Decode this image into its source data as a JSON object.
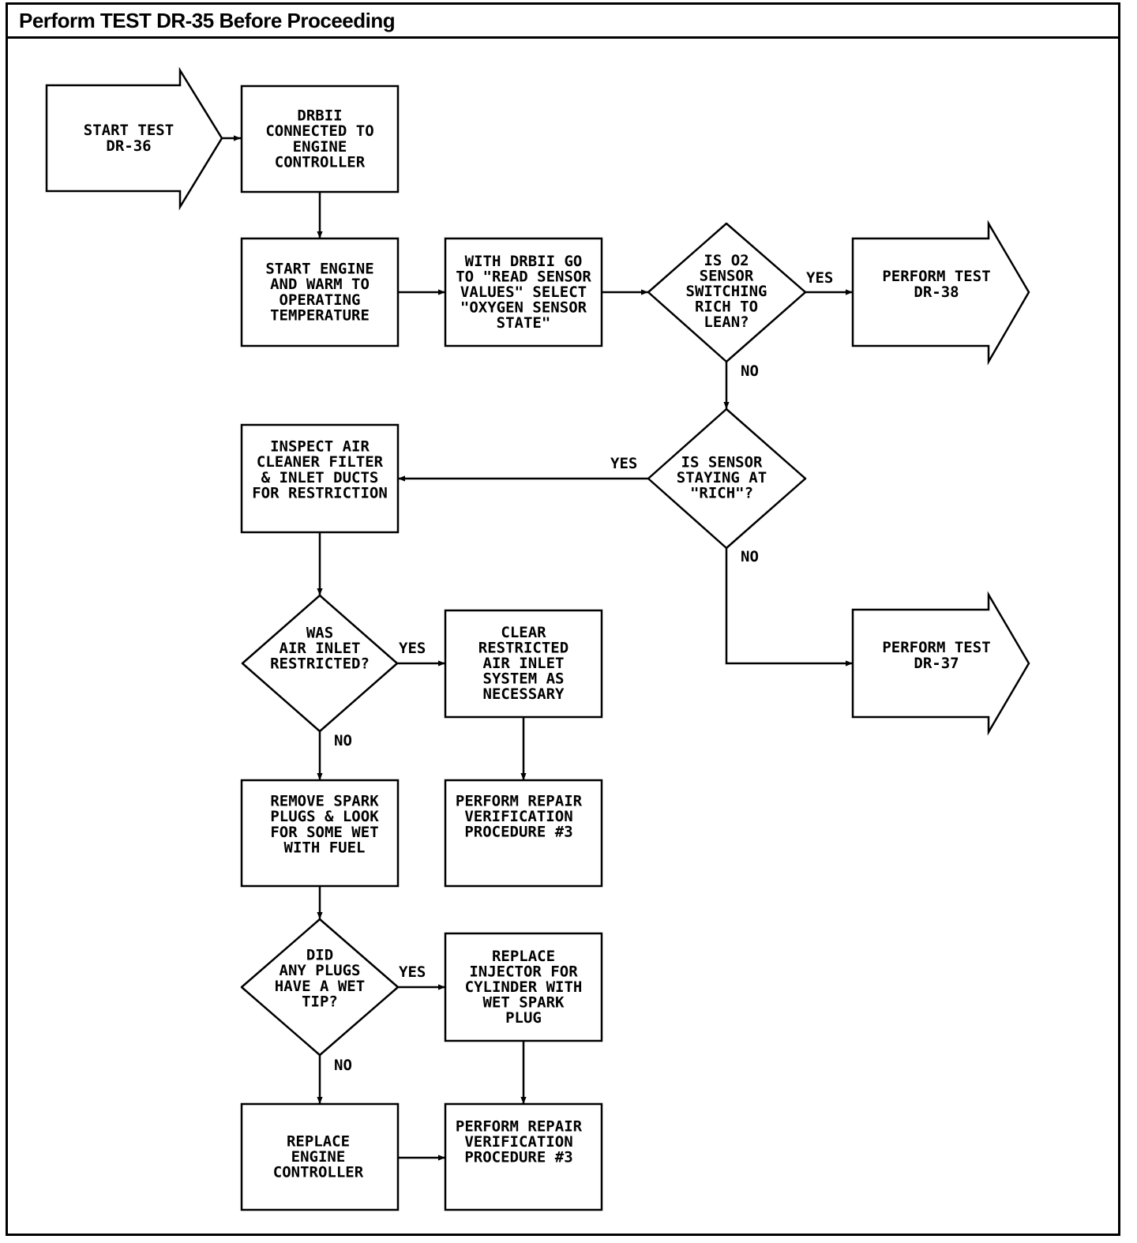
{
  "header": {
    "title": "Perform TEST DR-35 Before Proceeding"
  },
  "nodes": {
    "start": [
      "START TEST",
      "DR-36"
    ],
    "drbii_connected": [
      "DRBII",
      "CONNECTED TO",
      "ENGINE",
      "CONTROLLER"
    ],
    "start_engine": [
      "START ENGINE",
      "AND WARM TO",
      "OPERATING",
      "TEMPERATURE"
    ],
    "read_sensor": [
      "WITH DRBII GO",
      "TO \"READ SENSOR",
      "VALUES\" SELECT",
      "\"OXYGEN SENSOR",
      "STATE\""
    ],
    "o2_switching": [
      "IS O2",
      "SENSOR",
      "SWITCHING",
      "RICH TO",
      "LEAN?"
    ],
    "perform_dr38": [
      "PERFORM TEST",
      "DR-38"
    ],
    "sensor_rich": [
      "IS SENSOR",
      "STAYING AT",
      "\"RICH\"?"
    ],
    "inspect_air": [
      "INSPECT AIR",
      "CLEANER FILTER",
      "& INLET DUCTS",
      "FOR RESTRICTION"
    ],
    "perform_dr37": [
      "PERFORM TEST",
      "DR-37"
    ],
    "air_restricted": [
      "WAS",
      "AIR INLET",
      "RESTRICTED?"
    ],
    "clear_restricted": [
      "CLEAR",
      "RESTRICTED",
      "AIR INLET",
      "SYSTEM AS",
      "NECESSARY"
    ],
    "remove_plugs": [
      "REMOVE SPARK",
      "PLUGS & LOOK",
      "FOR SOME WET",
      "WITH FUEL"
    ],
    "repair_verify_1": [
      "PERFORM REPAIR",
      "VERIFICATION",
      "PROCEDURE #3"
    ],
    "wet_tip": [
      "DID",
      "ANY PLUGS",
      "HAVE A WET",
      "TIP?"
    ],
    "replace_injector": [
      "REPLACE",
      "INJECTOR FOR",
      "CYLINDER WITH",
      "WET SPARK",
      "PLUG"
    ],
    "replace_controller": [
      "REPLACE",
      "ENGINE",
      "CONTROLLER"
    ],
    "repair_verify_2": [
      "PERFORM REPAIR",
      "VERIFICATION",
      "PROCEDURE #3"
    ]
  },
  "edges": {
    "o2_yes": "YES",
    "o2_no": "NO",
    "rich_yes": "YES",
    "rich_no": "NO",
    "air_yes": "YES",
    "air_no": "NO",
    "wet_yes": "YES",
    "wet_no": "NO"
  }
}
